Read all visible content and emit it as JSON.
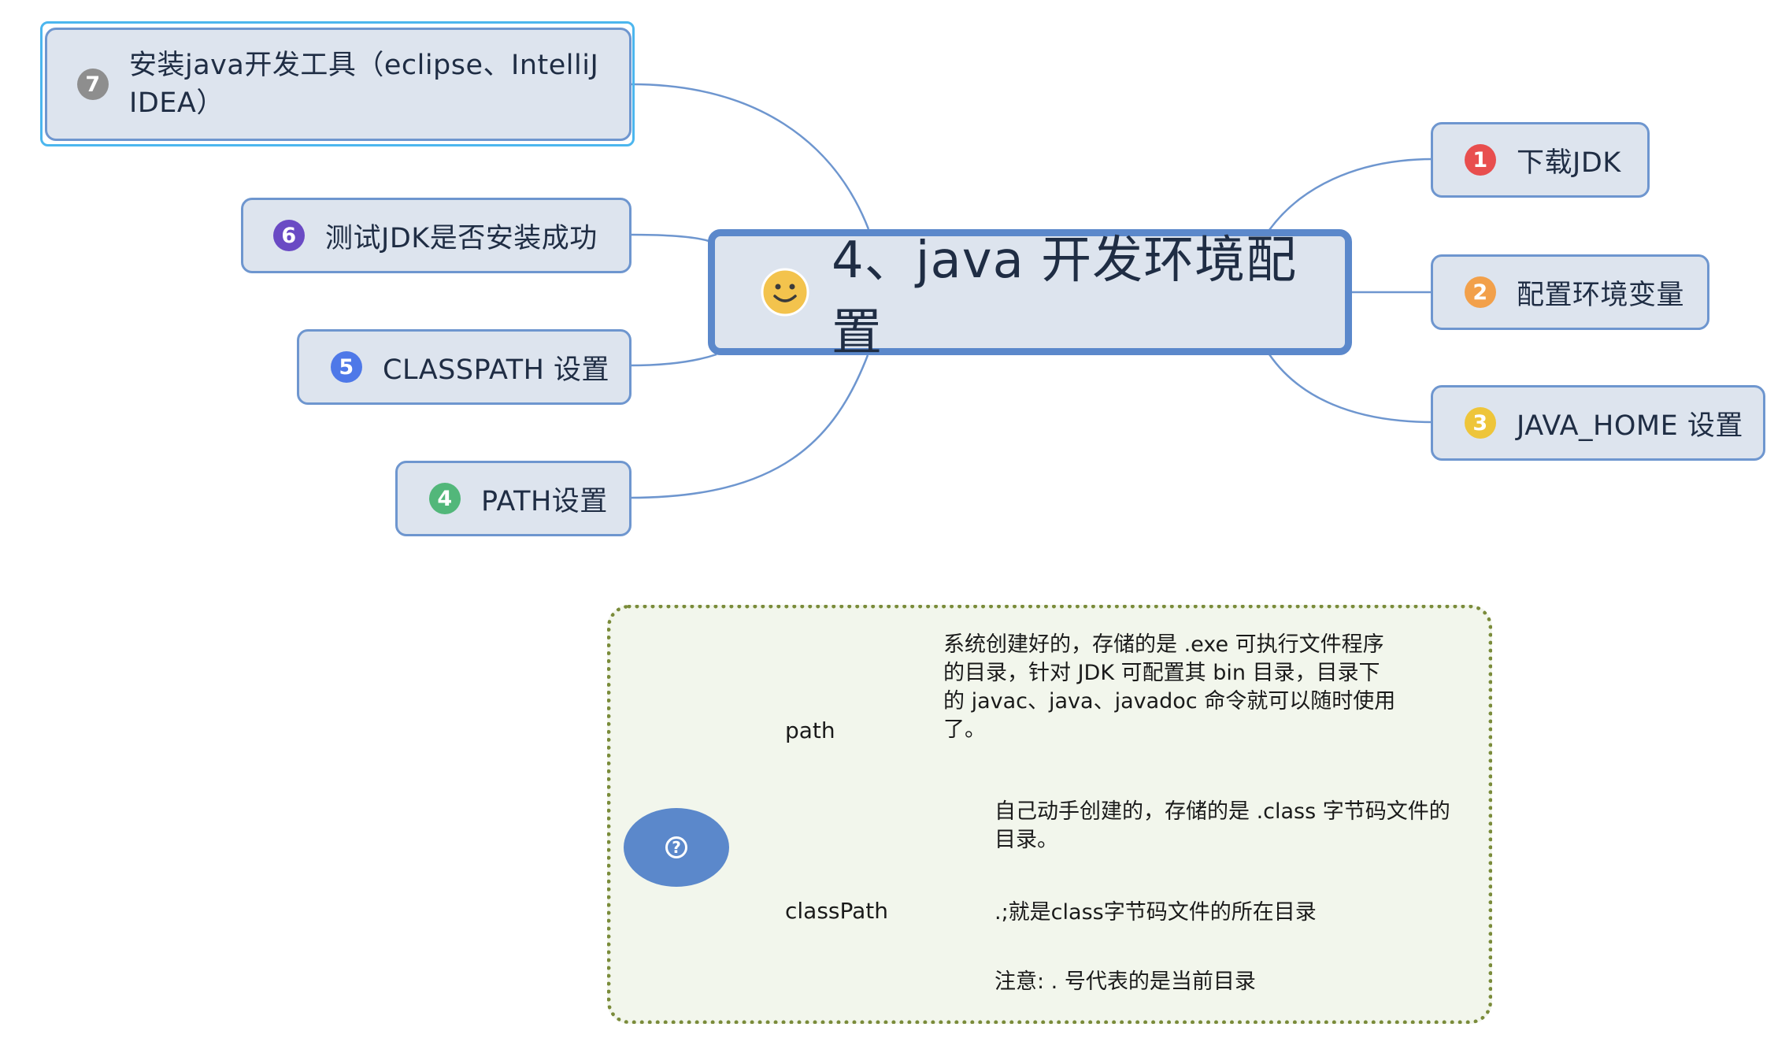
{
  "central": {
    "title": "4、java 开发环境配置",
    "icon": "smiley-icon"
  },
  "colors": {
    "badge1": "#e84e4e",
    "badge2": "#f2a04a",
    "badge3": "#eec53a",
    "badge4": "#52b77a",
    "badge5": "#4e78e8",
    "badge6": "#6a4ac4",
    "badge7": "#8e8e8e",
    "branch_line": "#6e96cf",
    "summary_border": "#7a8b3a"
  },
  "branches": [
    {
      "num": "1",
      "label": "下载JDK"
    },
    {
      "num": "2",
      "label": "配置环境变量"
    },
    {
      "num": "3",
      "label": "JAVA_HOME 设置"
    },
    {
      "num": "4",
      "label": "PATH设置"
    },
    {
      "num": "5",
      "label": "CLASSPATH 设置"
    },
    {
      "num": "6",
      "label": "测试JDK是否安装成功"
    },
    {
      "num": "7",
      "label_line1": "安装java开发工具（eclipse、IntelliJ",
      "label_line2": "IDEA）"
    }
  ],
  "summary": {
    "root_icon": "question-icon",
    "root_glyph": "?",
    "path": {
      "label": "path",
      "note": "系统创建好的，存储的是 .exe 可执行文件程序\n的目录，针对 JDK 可配置其 bin 目录，目录下\n的 javac、java、javadoc 命令就可以随时使用\n了。"
    },
    "classpath": {
      "label": "classPath",
      "notes": [
        "自己动手创建的，存储的是 .class 字节码文件的\n目录。",
        ".;就是class字节码文件的所在目录",
        "注意: . 号代表的是当前目录"
      ]
    }
  }
}
